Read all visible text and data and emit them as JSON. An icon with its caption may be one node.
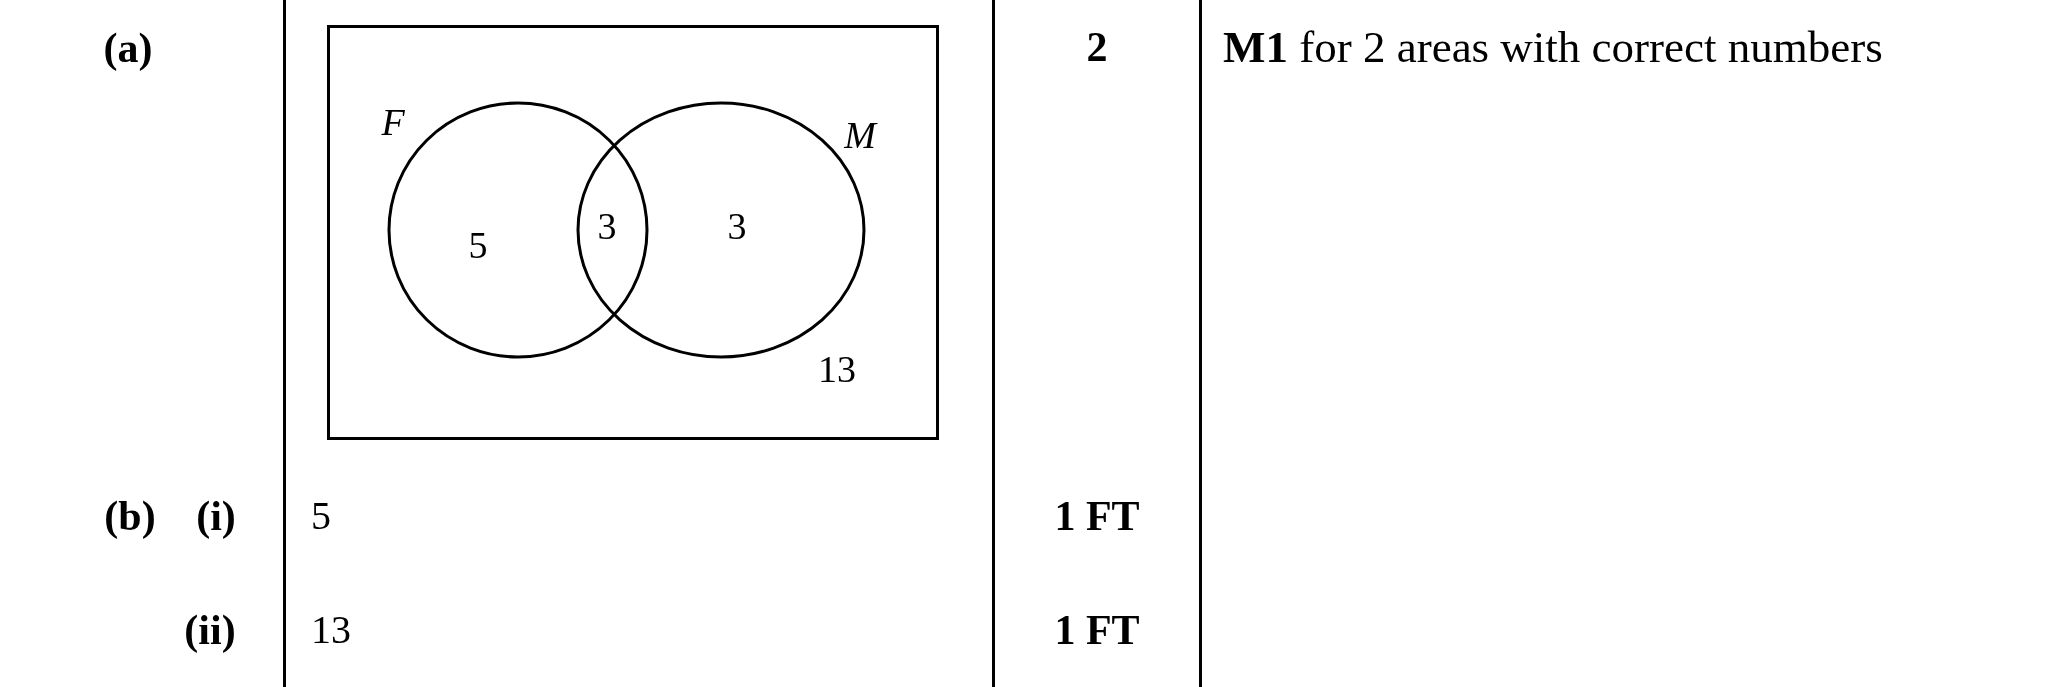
{
  "diagram": {
    "nodes": [
      {
        "text": [
          "13"
        ]
      },
      {
        "text": [
          "F",
          "5"
        ],
        "in": 0
      },
      {
        "text": [
          "M",
          "3"
        ],
        "in": 0
      }
    ],
    "labels": [
      "(a)",
      "3",
      "2",
      "**M1** for 2 areas with correct numbers",
      "(b)",
      "(i)",
      "5",
      "1 FT",
      "(ii)",
      "13",
      "1 FT"
    ]
  }
}
